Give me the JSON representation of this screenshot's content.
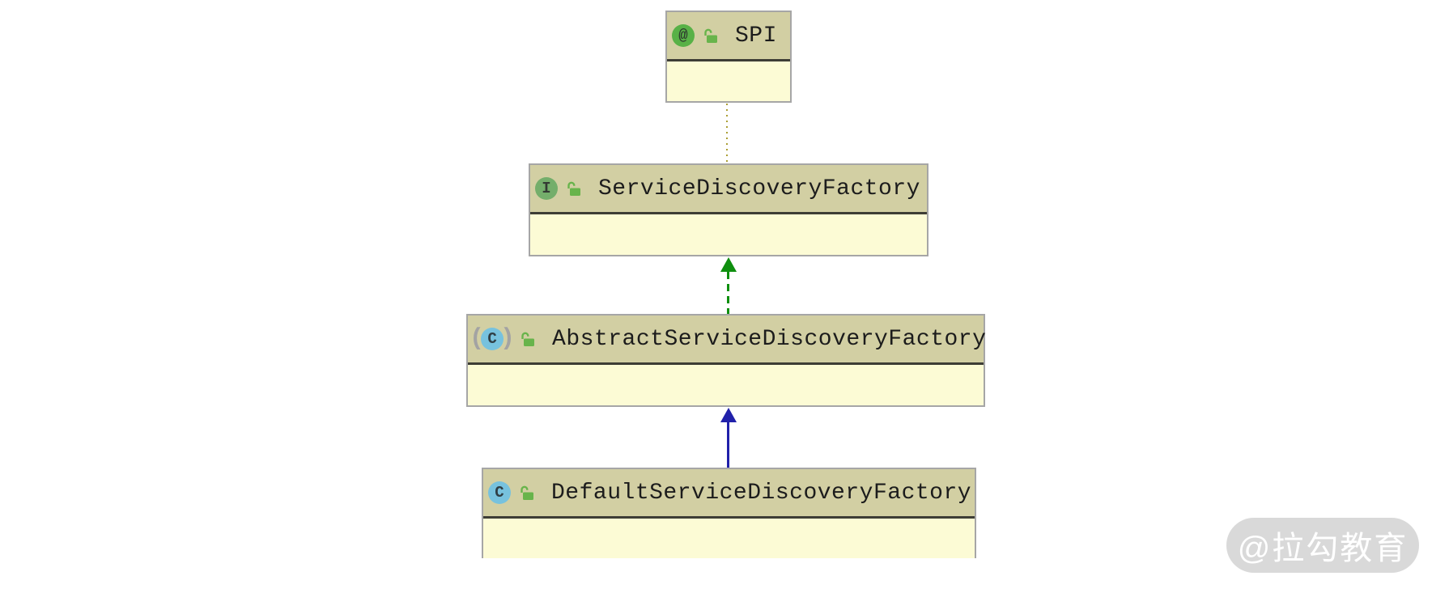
{
  "diagram": {
    "nodes": [
      {
        "label": "SPI",
        "kind": "annotation",
        "icon_glyph": "@"
      },
      {
        "label": "ServiceDiscoveryFactory",
        "kind": "interface",
        "icon_glyph": "I"
      },
      {
        "label": "AbstractServiceDiscoveryFactory",
        "kind": "abstract_class",
        "icon_glyph": "C",
        "paren_open": "(",
        "paren_close": ")"
      },
      {
        "label": "DefaultServiceDiscoveryFactory",
        "kind": "class",
        "icon_glyph": "C"
      }
    ],
    "edges": [
      {
        "from": "SPI",
        "to": "ServiceDiscoveryFactory",
        "type": "annotation_dotted",
        "color": "#ac9f35"
      },
      {
        "from": "AbstractServiceDiscoveryFactory",
        "to": "ServiceDiscoveryFactory",
        "type": "realization_dashed",
        "color": "#0f8f0f"
      },
      {
        "from": "DefaultServiceDiscoveryFactory",
        "to": "AbstractServiceDiscoveryFactory",
        "type": "inheritance_solid",
        "color": "#2121aa"
      }
    ],
    "colors": {
      "node_header_bg": "#d2cfa3",
      "node_body_bg": "#fcfbd5",
      "node_border": "#a6a6a6",
      "header_separator": "#3d3d35",
      "annotation_icon_green": "#58b147",
      "interface_icon_green": "#74ae6b",
      "class_icon_blue": "#77c2de",
      "lock_green": "#68b44b",
      "title_text": "#1c1c1c"
    }
  },
  "watermark": {
    "text": "@拉勾教育",
    "bg": "#d6d6d6",
    "text_color": "#ffffff"
  }
}
